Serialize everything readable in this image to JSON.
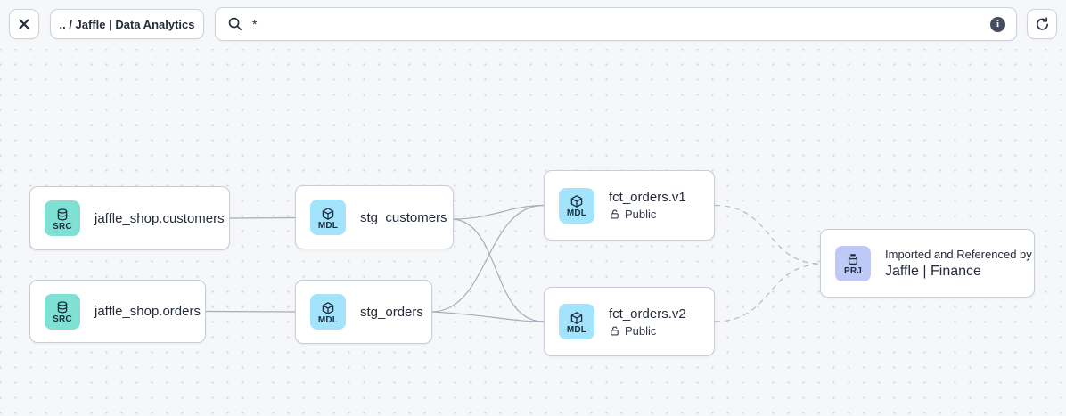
{
  "toolbar": {
    "breadcrumb": ".. / Jaffle | Data Analytics",
    "search_value": "*",
    "info_glyph": "i"
  },
  "icons": {
    "close": "x-icon",
    "search": "magnifier-icon",
    "info": "info-circle-icon",
    "refresh": "refresh-arrow-icon",
    "source": "database-icon",
    "model": "cube-icon",
    "project": "package-icon",
    "access": "unlocked-padlock-icon"
  },
  "graph": {
    "nodes": {
      "src_customers": {
        "type": "source",
        "badge": "SRC",
        "label": "jaffle_shop.customers"
      },
      "src_orders": {
        "type": "source",
        "badge": "SRC",
        "label": "jaffle_shop.orders"
      },
      "stg_customers": {
        "type": "model",
        "badge": "MDL",
        "label": "stg_customers"
      },
      "stg_orders": {
        "type": "model",
        "badge": "MDL",
        "label": "stg_orders"
      },
      "fct_orders_v1": {
        "type": "model",
        "badge": "MDL",
        "label": "fct_orders.v1",
        "access": "Public"
      },
      "fct_orders_v2": {
        "type": "model",
        "badge": "MDL",
        "label": "fct_orders.v2",
        "access": "Public"
      },
      "project_finance": {
        "type": "project",
        "badge": "PRJ",
        "caption": "Imported and Referenced by",
        "label": "Jaffle | Finance"
      }
    },
    "edges": [
      {
        "from": "jaffle_shop.customers",
        "to": "stg_customers",
        "style": "solid"
      },
      {
        "from": "jaffle_shop.orders",
        "to": "stg_orders",
        "style": "solid"
      },
      {
        "from": "stg_customers",
        "to": "fct_orders.v1",
        "style": "solid"
      },
      {
        "from": "stg_customers",
        "to": "fct_orders.v2",
        "style": "solid"
      },
      {
        "from": "stg_orders",
        "to": "fct_orders.v1",
        "style": "solid"
      },
      {
        "from": "stg_orders",
        "to": "fct_orders.v2",
        "style": "solid"
      },
      {
        "from": "fct_orders.v1",
        "to": "Jaffle | Finance",
        "style": "dashed"
      },
      {
        "from": "fct_orders.v2",
        "to": "Jaffle | Finance",
        "style": "dashed"
      }
    ]
  },
  "colors": {
    "canvas_bg": "#F6F7F9",
    "dot_grid": "#D5D9E1",
    "source_badge_bg": "#7FE0D4",
    "model_badge_bg": "#A3E3FB",
    "project_badge_bg": "#BFC9F8",
    "edge_solid": "#A6ADBA",
    "edge_dashed": "#B3BAC5",
    "node_border": "#C7CCD6",
    "info_badge_bg": "#454E5D"
  }
}
